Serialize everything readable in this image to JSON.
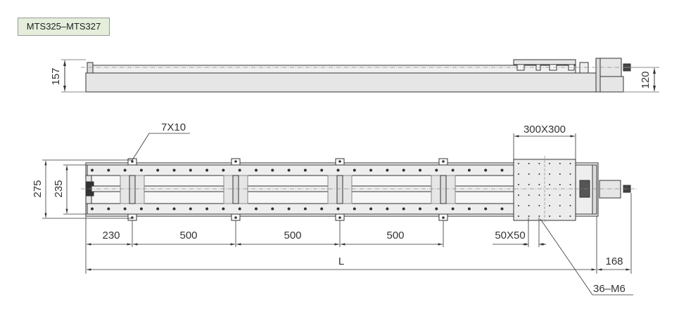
{
  "title": "MTS325–MTS327",
  "dimensions": {
    "height_total": "157",
    "motor_height": "120",
    "hole_label": "7X10",
    "table_size": "300X300",
    "width_outer": "275",
    "width_rail": "235",
    "first_pitch": "230",
    "pitch_1": "500",
    "pitch_2": "500",
    "pitch_3": "500",
    "grid_pitch": "50X50",
    "length": "L",
    "motor_length": "168",
    "threads": "36–M6"
  },
  "colors": {
    "fill": "#e6e6e6",
    "line": "#333333",
    "title_bg": "#e4eedb"
  }
}
